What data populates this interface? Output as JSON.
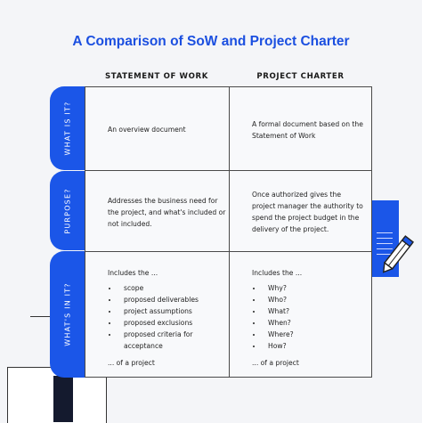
{
  "title": "A Comparison of SoW and Project Charter",
  "columns": [
    "STATEMENT OF WORK",
    "PROJECT CHARTER"
  ],
  "rows": [
    {
      "label": "WHAT IS IT?",
      "sow": "An overview document",
      "charter": "A formal document based on the Statement of Work"
    },
    {
      "label": "PURPOSE?",
      "sow": "Addresses the business need for the project, and what's included or not included.",
      "charter": "Once authorized gives the project manager the authority to spend the project budget in the delivery of the project."
    },
    {
      "label": "WHAT'S IN IT?",
      "sow_intro": "Includes the ...",
      "sow_items": [
        "scope",
        "proposed deliverables",
        "project assumptions",
        "proposed exclusions",
        "proposed criteria for acceptance"
      ],
      "sow_outro": "... of a project",
      "charter_intro": "Includes the ...",
      "charter_items": [
        "Why?",
        "Who?",
        "What?",
        "When?",
        "Where?",
        "How?"
      ],
      "charter_outro": "... of a project"
    }
  ],
  "colors": {
    "accent": "#1b56e8",
    "title": "#1b4fe0",
    "navy": "#141a2e"
  },
  "icons": [
    "pencil-icon",
    "document-icon"
  ]
}
